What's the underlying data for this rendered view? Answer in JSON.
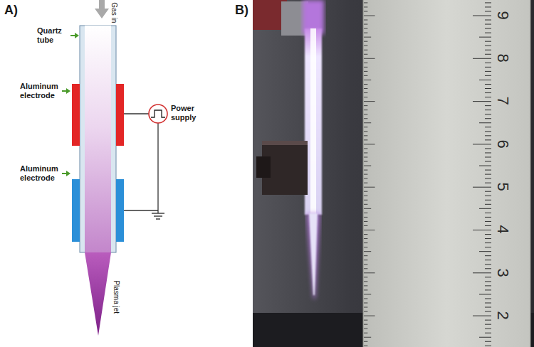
{
  "diagram": {
    "labels": [
      "A)",
      "Gas in",
      "Quartz tube",
      "Aluminum electrode",
      "Power supply",
      "Aluminum electrode",
      "Plasma jet",
      "B)",
      "9",
      "8",
      "7",
      "6",
      "5",
      "4",
      "3",
      "2"
    ]
  }
}
